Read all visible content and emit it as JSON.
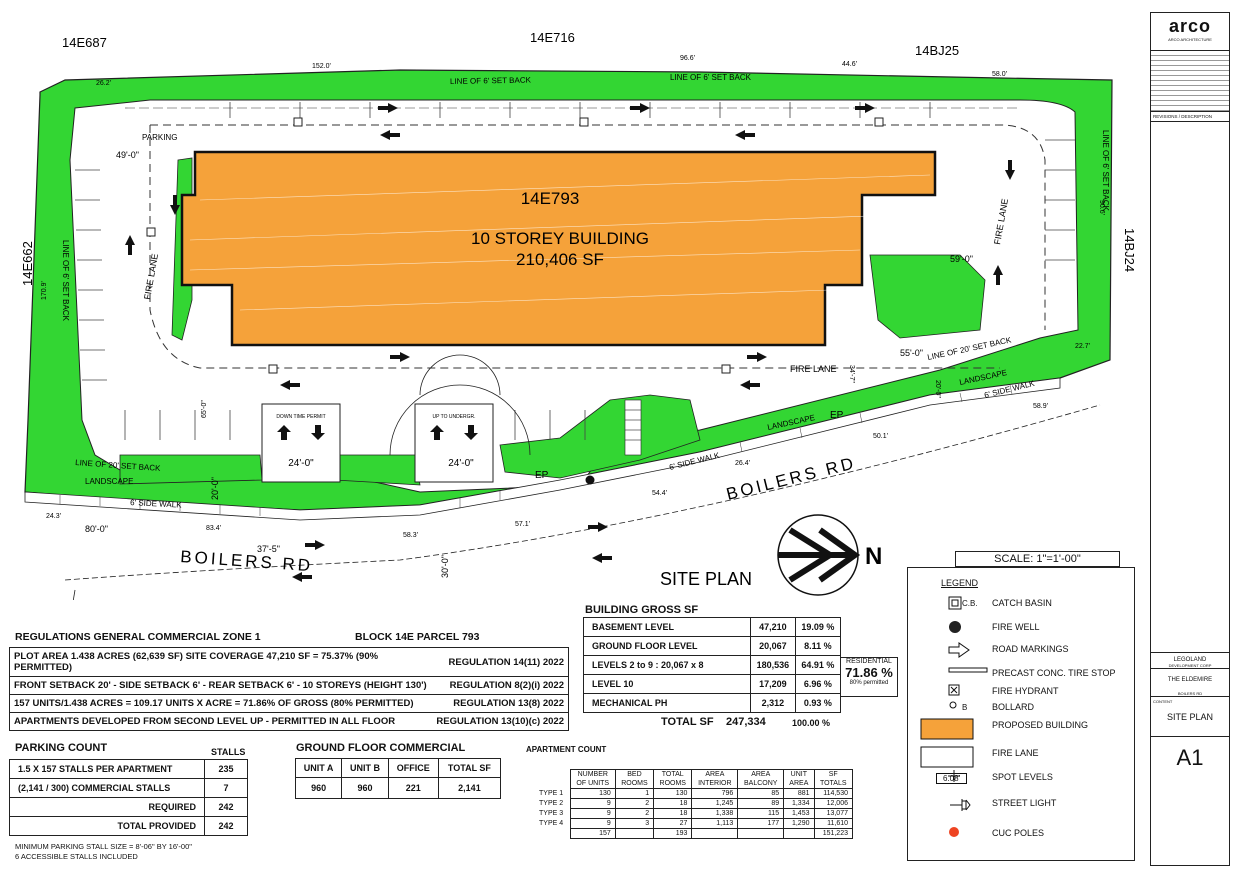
{
  "drawing": {
    "lots": {
      "top_left": "14E687",
      "top_mid": "14E716",
      "top_right": "14BJ25",
      "left": "14E662",
      "right": "14BJ24"
    },
    "building": {
      "lot": "14E793",
      "name": "10 STOREY BUILDING",
      "area": "210,406 SF"
    },
    "labels": {
      "parking": "PARKING",
      "fire_lane": "FIRE LANE",
      "landscape": "LANDSCAPE",
      "side_walk": "6' SIDE WALK",
      "street": "BOILERS RD",
      "setback_6": "LINE OF 6' SET BACK",
      "setback_20": "LINE OF 20' SET BACK",
      "ep": "EP",
      "downtime": "DOWN TIME PERMIT",
      "ramp": "UP TO UNDERGR.",
      "north": "N",
      "site_plan": "SITE PLAN"
    },
    "dims": [
      "152.0'",
      "96.6'",
      "44.6'",
      "58.0'",
      "26.2'",
      "49'-0\"",
      "59'-0\"",
      "55'-0\"",
      "24'-0\"",
      "24'-0\"",
      "80'-0\"",
      "37'-5\"",
      "30'-0\"",
      "20'-0\"",
      "24.3'",
      "58.3'",
      "57.1'",
      "58.9'",
      "50.1'",
      "26.4'",
      "22.7'",
      "90.6'",
      "170.9'",
      "83.4'",
      "54.4'",
      "65'-0\"",
      "34'-7\"",
      "20'-0\""
    ]
  },
  "title_block": {
    "logo": "arco",
    "company": "ARCO ARCHITECTURE",
    "revisions": "REVISIONS / DESCRIPTION",
    "client": "LEGOLAND",
    "client_line2": "DEVELOPMENT CORP",
    "project": "THE ELDEMIRE",
    "address": "BOILERS RD",
    "content_label": "CONTENT",
    "sheet_title": "SITE PLAN",
    "sheet_no": "A1",
    "scale_label": "SCALE: 1\"=1'-00\""
  },
  "legend": {
    "title": "LEGEND",
    "items": [
      {
        "icon": "catch-basin-icon",
        "label": "CATCH BASIN",
        "tag": "C.B."
      },
      {
        "icon": "fire-well-icon",
        "label": "FIRE WELL"
      },
      {
        "icon": "road-marking-icon",
        "label": "ROAD MARKINGS"
      },
      {
        "icon": "tire-stop-icon",
        "label": "PRECAST CONC. TIRE STOP"
      },
      {
        "icon": "fire-hydrant-icon",
        "label": "FIRE HYDRANT"
      },
      {
        "icon": "bollard-icon",
        "label": "BOLLARD",
        "tag": "B"
      },
      {
        "icon": "proposed-building-swatch",
        "label": "PROPOSED BUILDING"
      },
      {
        "icon": "fire-lane-swatch",
        "label": "FIRE LANE"
      },
      {
        "icon": "spot-level-icon",
        "label": "SPOT LEVELS",
        "tag": "6.08'"
      },
      {
        "icon": "street-light-icon",
        "label": "STREET LIGHT"
      },
      {
        "icon": "cuc-pole-icon",
        "label": "CUC POLES"
      }
    ]
  },
  "regulations": {
    "title": "REGULATIONS GENERAL COMMERCIAL ZONE 1",
    "block": "BLOCK 14E PARCEL 793",
    "rows": [
      {
        "text": "PLOT AREA 1.438 ACRES (62,639 SF) SITE COVERAGE 47,210 SF = 75.37% (90% PERMITTED)",
        "ref": "REGULATION 14(11) 2022"
      },
      {
        "text": "FRONT SETBACK 20' - SIDE SETBACK 6' - REAR SETBACK 6' - 10 STOREYS (HEIGHT 130')",
        "ref": "REGULATION 8(2)(i) 2022"
      },
      {
        "text": "157 UNITS/1.438 ACRES = 109.17 UNITS X ACRE = 71.86% OF GROSS (80% PERMITTED)",
        "ref": "REGULATION 13(8) 2022"
      },
      {
        "text": "APARTMENTS DEVELOPED FROM SECOND LEVEL UP - PERMITTED IN ALL FLOOR",
        "ref": "REGULATION 13(10)(c) 2022"
      }
    ]
  },
  "gross": {
    "title": "BUILDING GROSS SF",
    "rows": [
      {
        "label": "BASEMENT LEVEL",
        "sf": "47,210",
        "pct": "19.09 %"
      },
      {
        "label": "GROUND FLOOR LEVEL",
        "sf": "20,067",
        "pct": "8.11 %"
      },
      {
        "label": "LEVELS 2 to 9 : 20,067 x 8",
        "sf": "180,536",
        "pct": "64.91 %"
      },
      {
        "label": "LEVEL 10",
        "sf": "17,209",
        "pct": "6.96 %"
      },
      {
        "label": "MECHANICAL PH",
        "sf": "2,312",
        "pct": "0.93 %"
      }
    ],
    "total_label": "TOTAL SF",
    "total_sf": "247,334",
    "total_pct": "100.00 %",
    "res_label": "RESIDENTIAL",
    "res_value": "71.86 %",
    "res_note": "80% permitted"
  },
  "parking": {
    "title": "PARKING COUNT",
    "col": "STALLS",
    "rows": [
      {
        "label": "1.5 X 157 STALLS PER APARTMENT",
        "v": "235"
      },
      {
        "label": "(2,141 / 300) COMMERCIAL STALLS",
        "v": "7"
      },
      {
        "label": "REQUIRED",
        "v": "242"
      },
      {
        "label": "TOTAL PROVIDED",
        "v": "242"
      }
    ],
    "note1": "MINIMUM PARKING STALL SIZE = 8'-06\" BY 16'-00\"",
    "note2": "6 ACCESSIBLE STALLS INCLUDED"
  },
  "ground": {
    "title": "GROUND FLOOR COMMERCIAL",
    "headers": [
      "UNIT A",
      "UNIT B",
      "OFFICE",
      "TOTAL SF"
    ],
    "values": [
      "960",
      "960",
      "221",
      "2,141"
    ]
  },
  "apartments": {
    "title": "APARTMENT COUNT",
    "headers1": [
      "NUMBER",
      "BED",
      "TOTAL",
      "AREA",
      "AREA",
      "UNIT",
      "SF"
    ],
    "headers2": [
      "OF UNITS",
      "ROOMS",
      "ROOMS",
      "INTERIOR",
      "BALCONY",
      "AREA",
      "TOTALS"
    ],
    "rows": [
      {
        "type": "TYPE 1",
        "c": [
          "130",
          "1",
          "130",
          "796",
          "85",
          "881",
          "114,530"
        ]
      },
      {
        "type": "TYPE 2",
        "c": [
          "9",
          "2",
          "18",
          "1,245",
          "89",
          "1,334",
          "12,006"
        ]
      },
      {
        "type": "TYPE 3",
        "c": [
          "9",
          "2",
          "18",
          "1,338",
          "115",
          "1,453",
          "13,077"
        ]
      },
      {
        "type": "TYPE 4",
        "c": [
          "9",
          "3",
          "27",
          "1,113",
          "177",
          "1,290",
          "11,610"
        ]
      }
    ],
    "totals": [
      "157",
      "",
      "193",
      "",
      "",
      "",
      "151,223"
    ]
  },
  "colors": {
    "green": "#33d633",
    "building": "#f5a23a",
    "hydrant": "#ee4422"
  }
}
